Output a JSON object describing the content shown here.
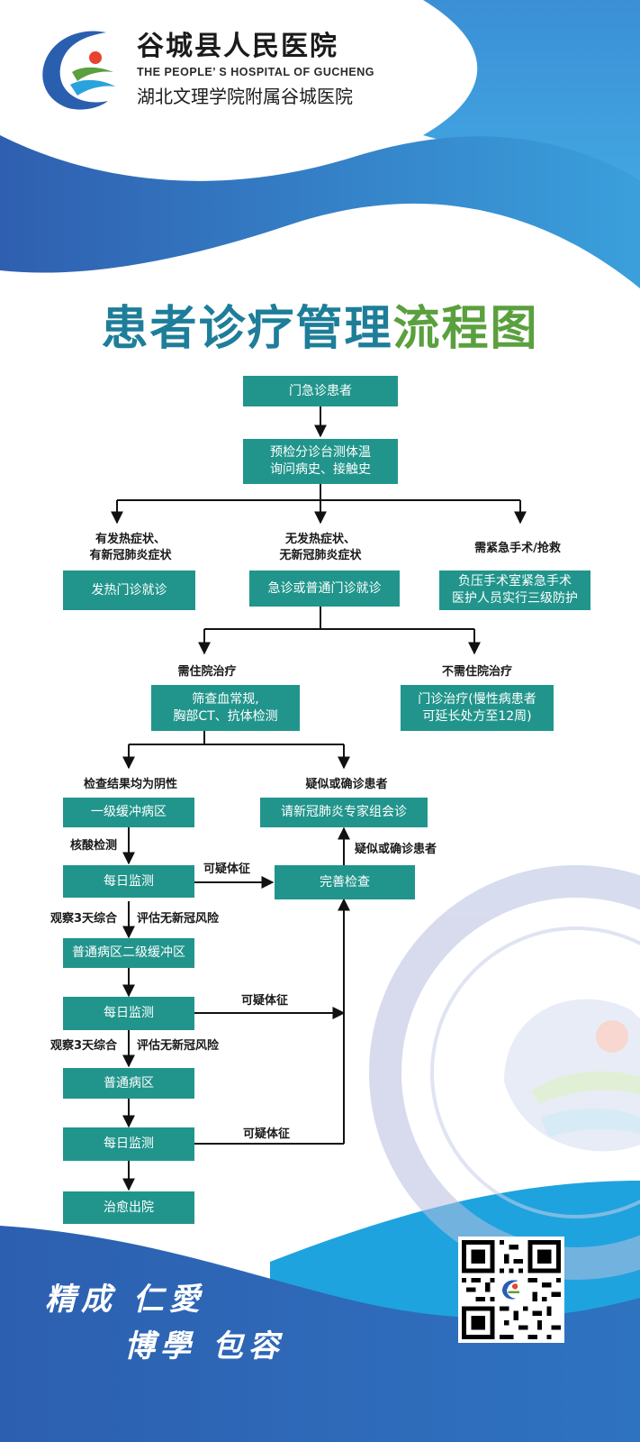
{
  "header": {
    "hospital_name_cn": "谷城县人民医院",
    "hospital_name_en": "THE PEOPLE’ S HOSPITAL OF GUCHENG",
    "affiliation": "湖北文理学院附属谷城医院"
  },
  "title": {
    "main": "患者诊疗管理",
    "accent": "流程图"
  },
  "nodes": {
    "n_start": "门急诊患者",
    "n_triage": "预检分诊台测体温\n询问病史、接触史",
    "n_fever": "发热门诊就诊",
    "n_general": "急诊或普通门诊就诊",
    "n_surgery": "负压手术室紧急手术\n医护人员实行三级防护",
    "n_screen": "筛查血常规,\n胸部CT、抗体检测",
    "n_outpatient": "门诊治疗(慢性病患者\n可延长处方至12周)",
    "n_buffer1": "一级缓冲病区",
    "n_consult": "请新冠肺炎专家组会诊",
    "n_monitor1": "每日监测",
    "n_complete": "完善检查",
    "n_buffer2": "普通病区二级缓冲区",
    "n_monitor2": "每日监测",
    "n_ward": "普通病区",
    "n_monitor3": "每日监测",
    "n_discharge": "治愈出院"
  },
  "labels": {
    "l_fever": "有发热症状、\n有新冠肺炎症状",
    "l_nofever": "无发热症状、\n无新冠肺炎症状",
    "l_emergency": "需紧急手术/抢救",
    "l_inpatient": "需住院治疗",
    "l_noinpatient": "不需住院治疗",
    "l_negative": "检查结果均为阴性",
    "l_suspected": "疑似或确诊患者",
    "l_nucleic": "核酸检测",
    "l_suspicious1": "可疑体征",
    "l_suspected2": "疑似或确诊患者",
    "l_observe1": "观察3天综合",
    "l_assess1": "评估无新冠风险",
    "l_suspicious2": "可疑体征",
    "l_observe2": "观察3天综合",
    "l_assess2": "评估无新冠风险",
    "l_suspicious3": "可疑体征"
  },
  "motto": {
    "line1": "精成 仁愛",
    "line2": "博學 包容"
  },
  "colors": {
    "node_fill": "#21958c",
    "title_blue": "#1e7e9a",
    "title_green": "#5aa03e",
    "wave_blue": "#2f6db5",
    "wave_light": "#3a9ad8"
  },
  "icons": {
    "logo": "hospital-logo-icon",
    "qr": "qr-code-icon",
    "watermark": "hospital-seal-watermark"
  }
}
